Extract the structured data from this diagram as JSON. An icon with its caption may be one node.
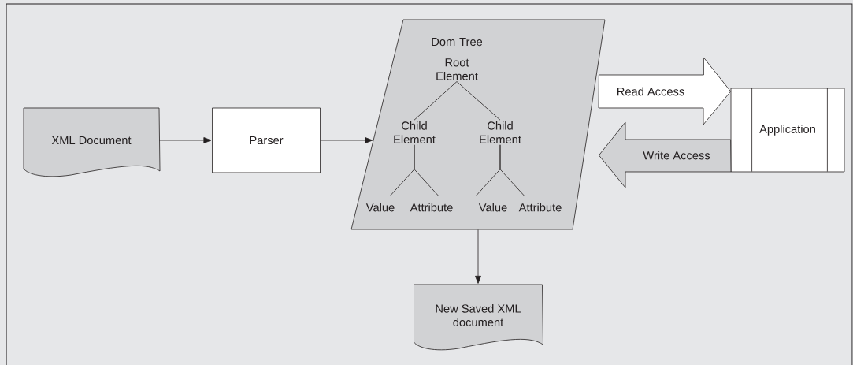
{
  "diagram": {
    "nodes": [
      {
        "text": [
          "XML Document"
        ]
      },
      {
        "text": [
          "Parser"
        ]
      },
      {
        "text": [
          "Dom Tree"
        ]
      },
      {
        "text": [
          "Root Element"
        ],
        "in": 2
      },
      {
        "text": [
          "Child Element"
        ],
        "in": 2
      },
      {
        "text": [
          "Child Element"
        ],
        "in": 2
      },
      {
        "text": [
          "Value"
        ],
        "in": 2
      },
      {
        "text": [
          "Attribute"
        ],
        "in": 2
      },
      {
        "text": [
          "Value"
        ],
        "in": 2
      },
      {
        "text": [
          "Attribute"
        ],
        "in": 2
      },
      {
        "text": [
          "Application"
        ]
      },
      {
        "text": [
          "New Saved XML document"
        ]
      }
    ],
    "edges": [
      {
        "from": 0,
        "to": 1,
        "arrow": "to"
      },
      {
        "from": 1,
        "to": 2,
        "arrow": "to"
      },
      {
        "from": 3,
        "to": 4,
        "arrow": "none"
      },
      {
        "from": 3,
        "to": 5,
        "arrow": "none"
      },
      {
        "from": 4,
        "to": 6,
        "arrow": "none"
      },
      {
        "from": 4,
        "to": 7,
        "arrow": "none"
      },
      {
        "from": 5,
        "to": 8,
        "arrow": "none"
      },
      {
        "from": 5,
        "to": 9,
        "arrow": "none"
      },
      {
        "from": 2,
        "to": 10,
        "arrow": "to",
        "label": "Read Access",
        "style": "thick",
        "color": "#ffffff"
      },
      {
        "from": 10,
        "to": 2,
        "arrow": "to",
        "label": "Write Access",
        "style": "thick",
        "color": "#d1d2d4"
      },
      {
        "from": 2,
        "to": 11,
        "arrow": "to"
      }
    ]
  }
}
